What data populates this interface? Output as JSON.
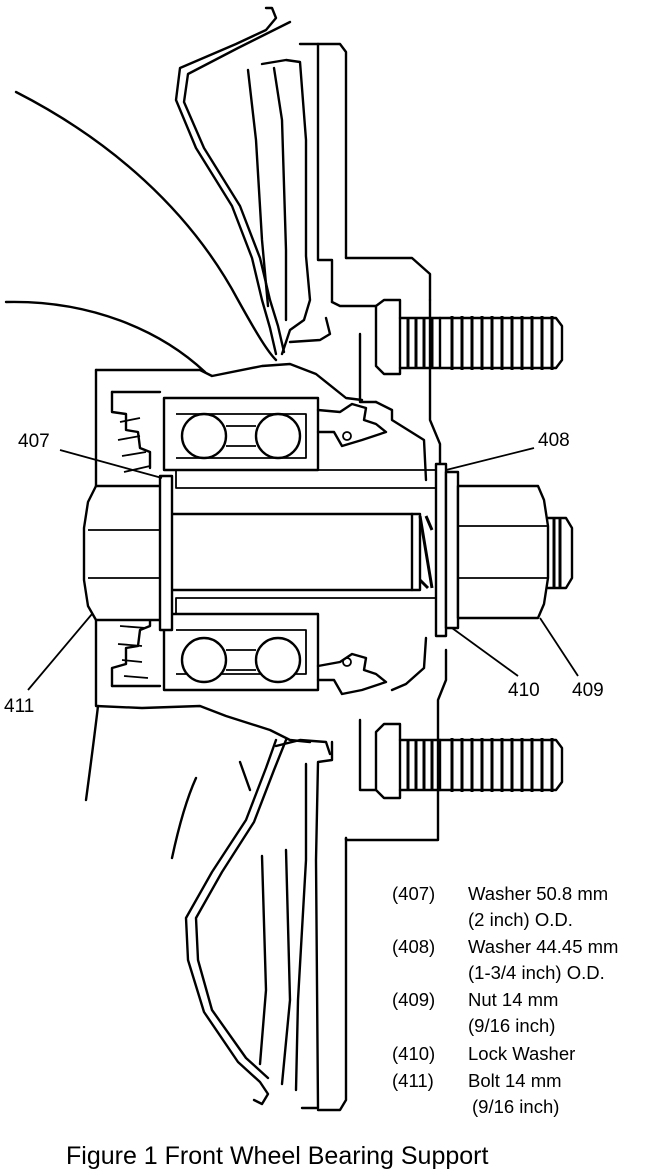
{
  "callouts": {
    "c407": "407",
    "c408": "408",
    "c409": "409",
    "c410": "410",
    "c411": "411"
  },
  "legend": [
    {
      "code": "(407)",
      "line1": "Washer 50.8 mm",
      "line2": "(2 inch) O.D."
    },
    {
      "code": "(408)",
      "line1": "Washer 44.45 mm",
      "line2": "(1-3/4 inch) O.D."
    },
    {
      "code": "(409)",
      "line1": "Nut 14 mm",
      "line2": "(9/16 inch)"
    },
    {
      "code": "(410)",
      "line1": "Lock Washer",
      "line2": ""
    },
    {
      "code": "(411)",
      "line1": "Bolt 14 mm",
      "line2": "(9/16 inch)"
    }
  ],
  "caption": "Figure 1 Front Wheel Bearing Support"
}
